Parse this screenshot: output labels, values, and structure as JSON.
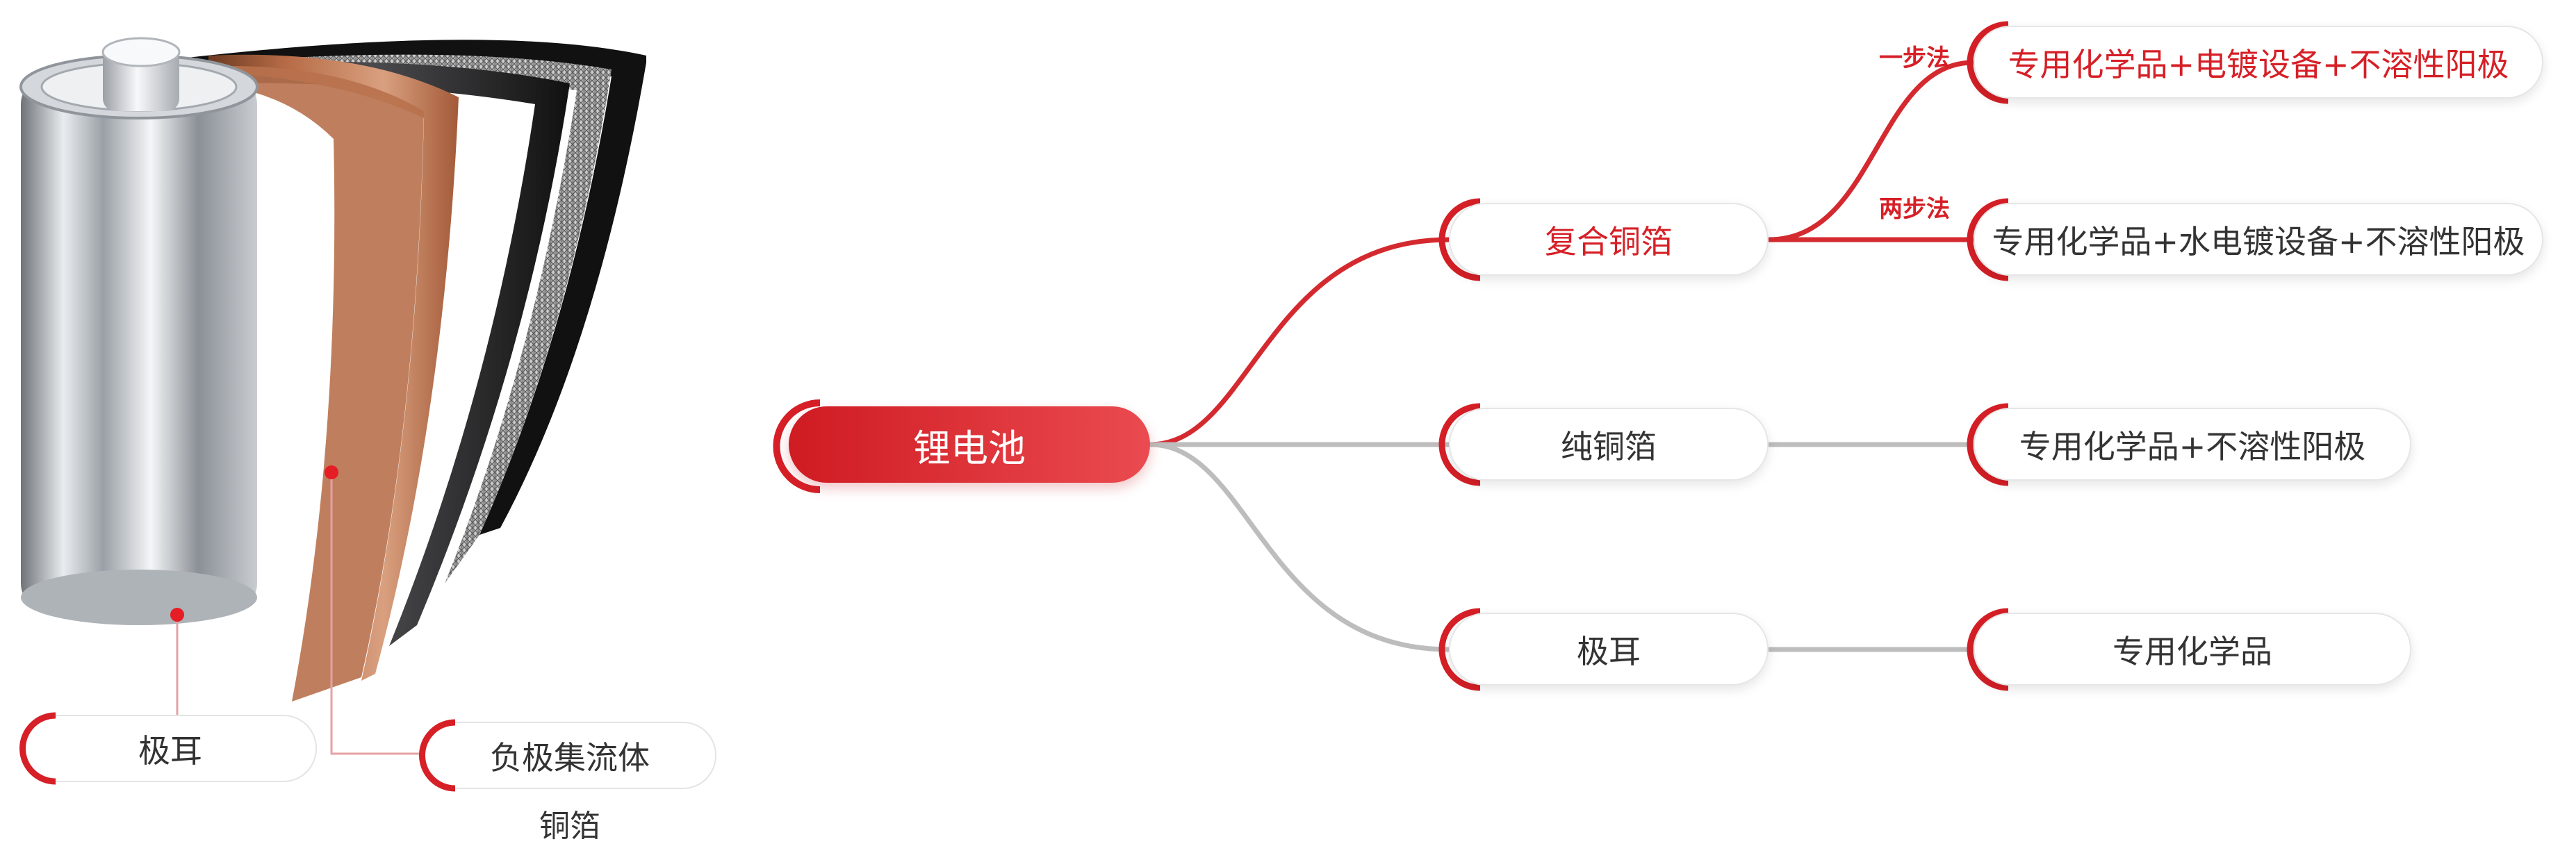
{
  "colors": {
    "accent": "#d61f26",
    "line_red": "#d42a2f",
    "line_gray": "#bbbbbb",
    "bracket": "#d61f26"
  },
  "battery": {
    "callout_left": "极耳",
    "callout_right": "负极集流体",
    "callout_right_sub": "铜箔"
  },
  "mindmap": {
    "root": "锂电池",
    "branches": [
      {
        "label": "复合铜箔",
        "highlight": true,
        "leaves": [
          {
            "method": "一步法",
            "label": "专用化学品+电镀设备+不溶性阳极",
            "highlight": true
          },
          {
            "method": "两步法",
            "label": "专用化学品+水电镀设备+不溶性阳极",
            "highlight": false
          }
        ]
      },
      {
        "label": "纯铜箔",
        "highlight": false,
        "leaves": [
          {
            "method": "",
            "label": "专用化学品+不溶性阳极",
            "highlight": false
          }
        ]
      },
      {
        "label": "极耳",
        "highlight": false,
        "leaves": [
          {
            "method": "",
            "label": "专用化学品",
            "highlight": false
          }
        ]
      }
    ]
  }
}
